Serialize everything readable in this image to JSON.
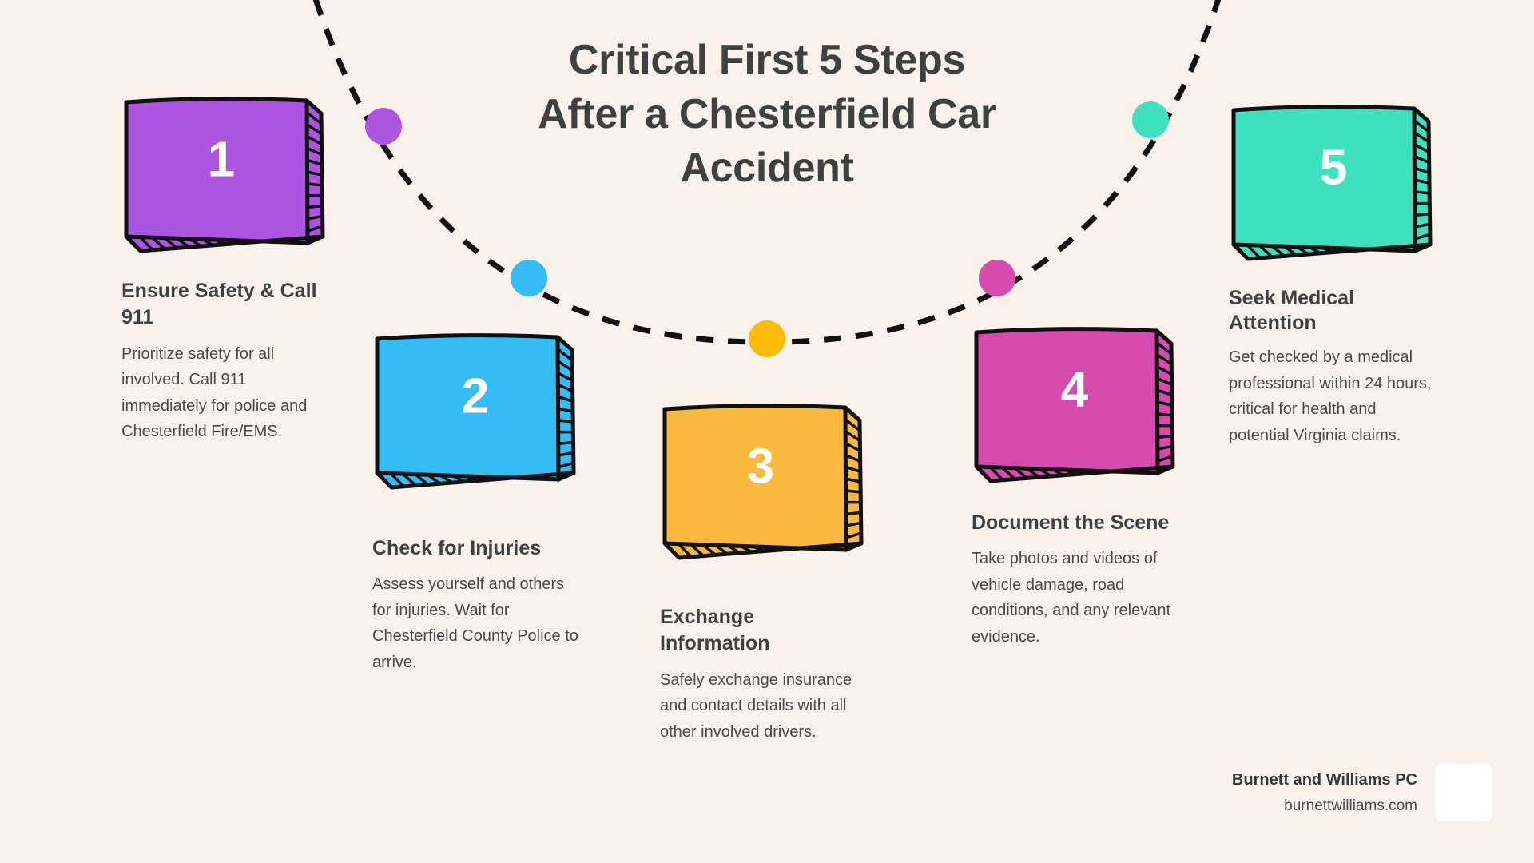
{
  "theme": {
    "background": "#FBF1EB",
    "title_color": "#3C4240",
    "heading_color": "#3C4240",
    "body_color": "#4A4A4A",
    "outline_color": "#111111",
    "number_color": "#FFFFFF"
  },
  "title": {
    "line1": "Critical First 5 Steps",
    "line2": "After a Chesterfield Car",
    "line3": "Accident"
  },
  "steps": [
    {
      "number": "1",
      "heading": "Ensure Safety & Call 911",
      "body": "Prioritize safety for all involved. Call 911 immediately for police and Chesterfield Fire/EMS.",
      "color": "#AC55E2",
      "side_color": "#9B45D0",
      "dot_color": "#AC55E2"
    },
    {
      "number": "2",
      "heading": "Check for Injuries",
      "body": "Assess yourself and others for injuries. Wait for Chesterfield County Police to arrive.",
      "color": "#33BDF4",
      "side_color": "#2BA9DD",
      "dot_color": "#33BDF4"
    },
    {
      "number": "3",
      "heading": "Exchange Information",
      "body": "Safely exchange insurance and contact details with all other involved drivers.",
      "color": "#F8B93C",
      "side_color": "#E5A628",
      "dot_color": "#FBBB0B"
    },
    {
      "number": "4",
      "heading": "Document the Scene",
      "body": "Take photos and videos of vehicle damage, road conditions, and any relevant evidence.",
      "color": "#D64BAE",
      "side_color": "#C43C9D",
      "dot_color": "#D64BAE"
    },
    {
      "number": "5",
      "heading": "Seek Medical Attention",
      "body": "Get checked by a medical professional within 24 hours, critical for health and potential Virginia claims.",
      "color": "#3EE0BD",
      "side_color": "#2FCEAB",
      "dot_color": "#3EE0BD"
    }
  ],
  "footer": {
    "brand": "Burnett and Williams PC",
    "website": "burnettwilliams.com"
  }
}
